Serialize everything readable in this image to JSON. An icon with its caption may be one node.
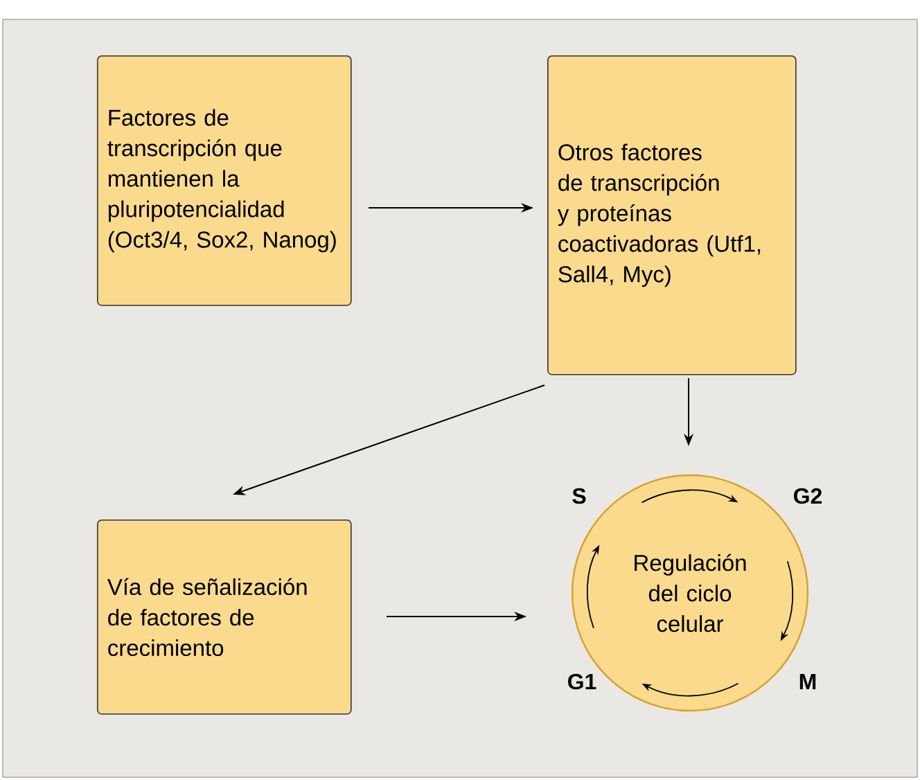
{
  "diagram": {
    "nodes": [
      {
        "text": [
          "Factores de transcripción que mantienen la pluripotencialidad (Oct3/4, Sox2, Nanog)"
        ]
      },
      {
        "text": [
          "Otros factores de transcripción y proteínas coactivadoras (Utf1, Sall4, Myc)"
        ]
      },
      {
        "text": [
          "Vía de señalización de factores de crecimiento"
        ]
      },
      {
        "text": [
          "Regulación del ciclo celular"
        ]
      }
    ],
    "edges": [
      {
        "from": 0,
        "to": 1,
        "arrow": "to"
      },
      {
        "from": 1,
        "to": 2,
        "arrow": "to"
      },
      {
        "from": 1,
        "to": 3,
        "arrow": "to"
      },
      {
        "from": 2,
        "to": 3,
        "arrow": "to"
      }
    ],
    "labels": [
      "S",
      "G2",
      "G1",
      "M"
    ]
  }
}
